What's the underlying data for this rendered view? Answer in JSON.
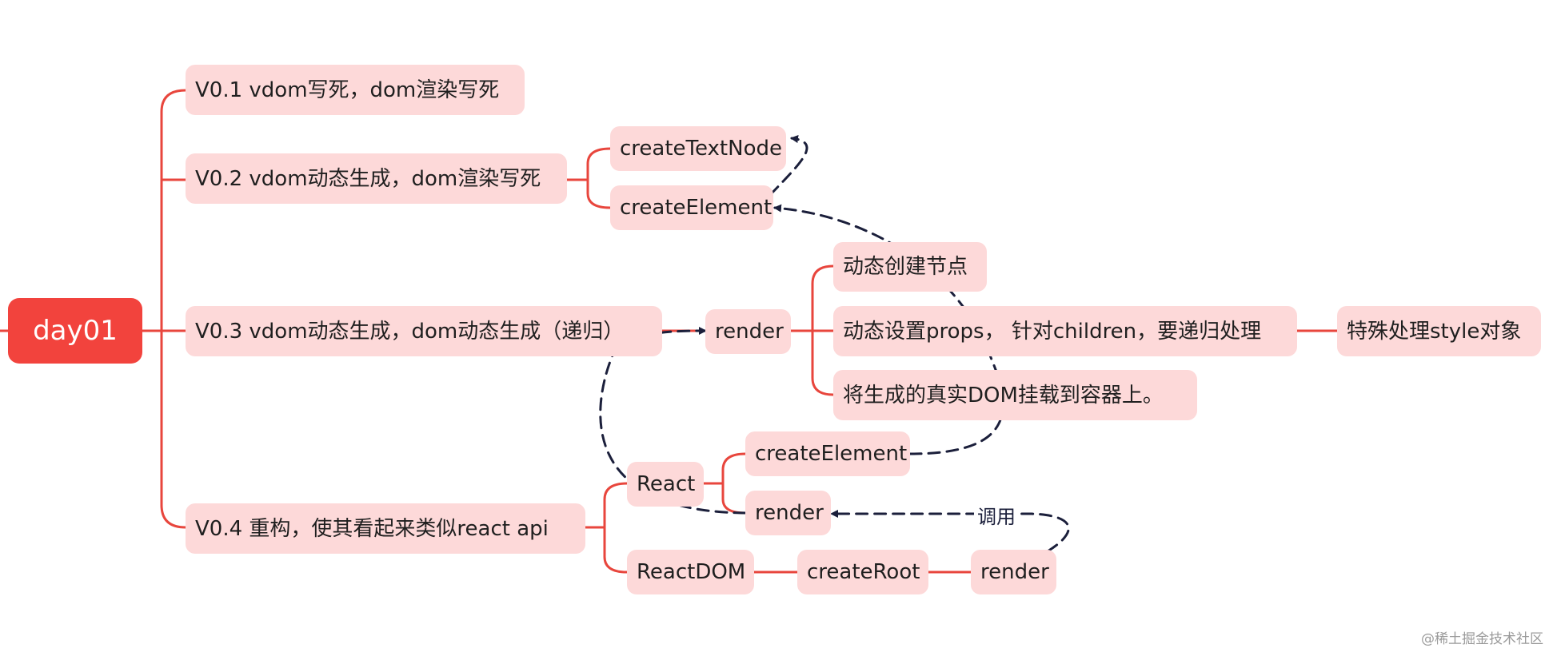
{
  "colors": {
    "branch": "#e8463d",
    "node_fill": "#fdd9d9",
    "root_fill": "#f2433d",
    "dashed": "#1b1f3b"
  },
  "root": {
    "label": "day01"
  },
  "v01": {
    "label": "V0.1   vdom写死，dom渲染写死"
  },
  "v02": {
    "label": "V0.2   vdom动态生成，dom渲染写死",
    "text_node": "createTextNode",
    "element": "createElement"
  },
  "v03": {
    "label": "V0.3    vdom动态生成，dom动态生成（递归）",
    "render": "render",
    "step1": "动态创建节点",
    "step2": " 动态设置props，  针对children，要递归处理",
    "step2_extra": "特殊处理style对象",
    "step3": "将生成的真实DOM挂载到容器上。"
  },
  "v04": {
    "label": "V0.4    重构，使其看起来类似react api",
    "react": "React",
    "react_create_element": "createElement",
    "react_render": "render",
    "react_dom": "ReactDOM",
    "create_root": "createRoot",
    "root_render": "render",
    "call_label": "调用"
  },
  "watermark": "@稀土掘金技术社区"
}
